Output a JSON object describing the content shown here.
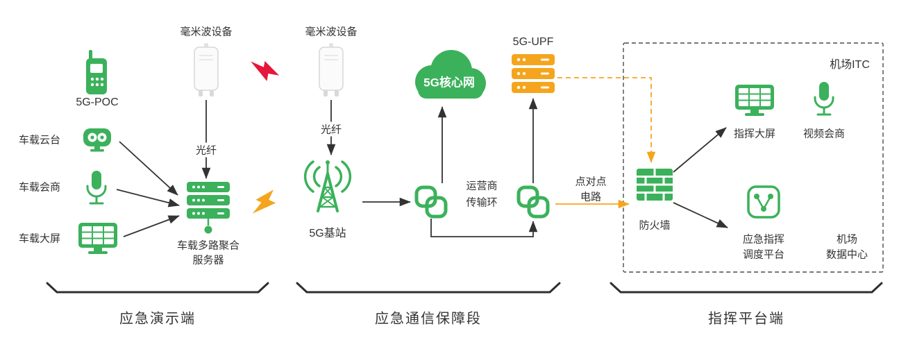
{
  "nodes": {
    "poc": {
      "label": "5G-POC"
    },
    "mmwave_left": {
      "label": "毫米波设备"
    },
    "mmwave_mid": {
      "label": "毫米波设备"
    },
    "fiber_left": {
      "label": "光纤"
    },
    "fiber_mid": {
      "label": "光纤"
    },
    "vehicle_ptz": {
      "label": "车载云台"
    },
    "vehicle_conf": {
      "label": "车载会商"
    },
    "vehicle_screen": {
      "label": "车载大屏"
    },
    "agg_server": {
      "line1": "车载多路聚合",
      "line2": "服务器"
    },
    "base_station": {
      "label": "5G基站"
    },
    "carrier_ring": {
      "line1": "运营商",
      "line2": "传输环"
    },
    "core_network": {
      "label": "5G核心网"
    },
    "upf": {
      "label": "5G-UPF"
    },
    "p2p": {
      "line1": "点对点",
      "line2": "电路"
    },
    "airport_itc": {
      "label": "机场ITC"
    },
    "firewall": {
      "label": "防火墙"
    },
    "command_screen": {
      "label": "指挥大屏"
    },
    "video_conf": {
      "label": "视频会商"
    },
    "dispatch": {
      "line1": "应急指挥",
      "line2": "调度平台"
    },
    "datacenter": {
      "line1": "机场",
      "line2": "数据中心"
    }
  },
  "sections": {
    "demo": {
      "label": "应急演示端"
    },
    "comm": {
      "label": "应急通信保障段"
    },
    "command": {
      "label": "指挥平台端"
    }
  },
  "colors": {
    "green": "#3BB15B",
    "orange": "#F5A51D",
    "red": "#E6173C",
    "ink": "#333333"
  }
}
